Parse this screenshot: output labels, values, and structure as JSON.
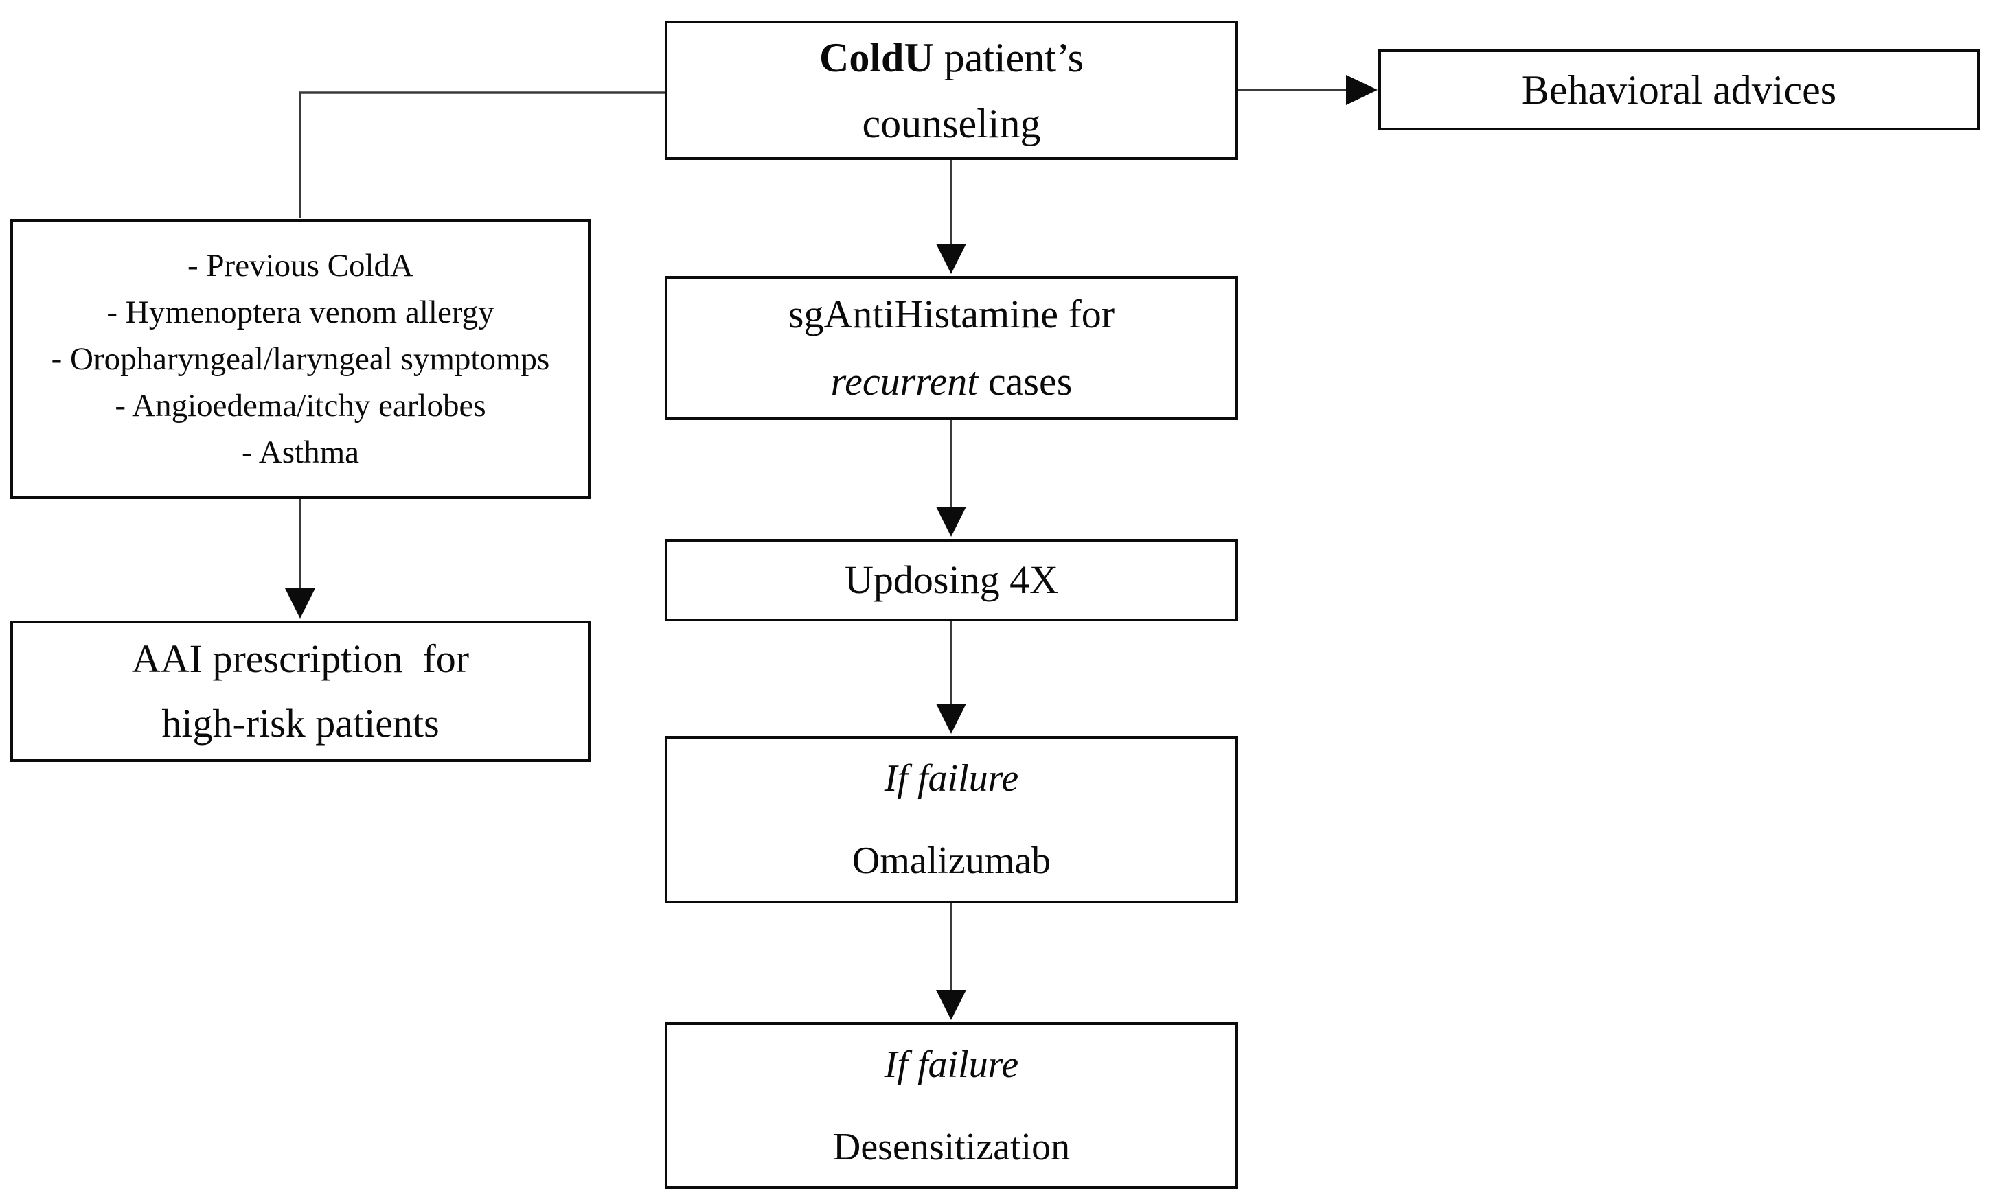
{
  "nodes": {
    "counseling": {
      "title_bold": "ColdU",
      "title_rest": " patient’s",
      "line2": "counseling"
    },
    "behavioral_advices": {
      "label": "Behavioral advices"
    },
    "risk_factors": {
      "items": [
        "- Previous ColdA",
        "- Hymenoptera venom allergy",
        "- Oropharyngeal/laryngeal symptomps",
        "- Angioedema/itchy earlobes",
        "- Asthma"
      ]
    },
    "aai_prescription": {
      "line1": "AAI prescription  for",
      "line2": "high-risk patients"
    },
    "antihistamine": {
      "line1": "sgAntiHistamine for",
      "line2_italic": "recurrent",
      "line2_rest": " cases"
    },
    "updosing": {
      "label": "Updosing 4X"
    },
    "omalizumab": {
      "condition": "If failure",
      "label": "Omalizumab"
    },
    "desensitization": {
      "condition": "If failure",
      "label": "Desensitization"
    }
  },
  "edges": [
    {
      "from": "counseling",
      "to": "behavioral_advices",
      "arrow": true
    },
    {
      "from": "counseling",
      "to": "risk_factors",
      "arrow": false
    },
    {
      "from": "risk_factors",
      "to": "aai_prescription",
      "arrow": true
    },
    {
      "from": "counseling",
      "to": "antihistamine",
      "arrow": true
    },
    {
      "from": "antihistamine",
      "to": "updosing",
      "arrow": true
    },
    {
      "from": "updosing",
      "to": "omalizumab",
      "arrow": true
    },
    {
      "from": "omalizumab",
      "to": "desensitization",
      "arrow": true
    }
  ],
  "colors": {
    "background": "#ffffff",
    "box_border": "#0b0b0b",
    "text": "#0a0a0a",
    "connector": "#3b3b3b"
  }
}
